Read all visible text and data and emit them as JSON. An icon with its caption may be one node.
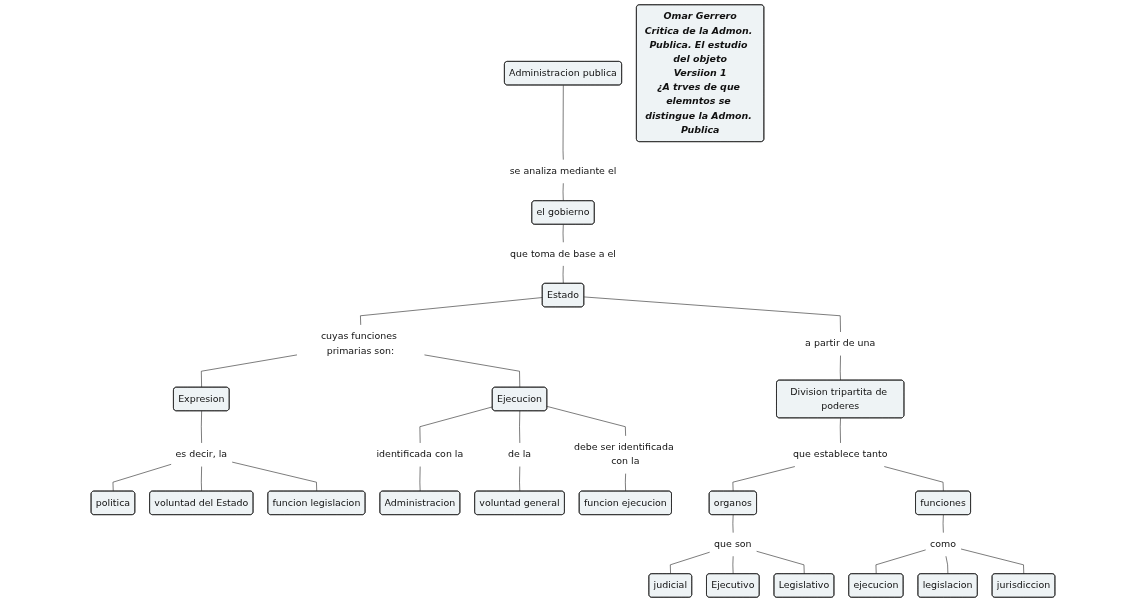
{
  "diagram": {
    "nodes": [
      {
        "text": [
          "Administracion publica"
        ]
      },
      {
        "text": [
          "se analiza mediante el"
        ]
      },
      {
        "text": [
          "el gobierno"
        ]
      },
      {
        "text": [
          "que toma de base a el"
        ]
      },
      {
        "text": [
          "Estado"
        ]
      },
      {
        "text": [
          "a partir de una"
        ]
      },
      {
        "text": [
          "cuyas funciones primarias son:"
        ]
      },
      {
        "text": [
          "Division tripartita de poderes"
        ]
      },
      {
        "text": [
          "Expresion"
        ]
      },
      {
        "text": [
          "Ejecucion"
        ]
      },
      {
        "text": [
          "es decir, la"
        ]
      },
      {
        "text": [
          "identificada con la"
        ]
      },
      {
        "text": [
          "de la"
        ]
      },
      {
        "text": [
          "debe ser identificada con la"
        ]
      },
      {
        "text": [
          "que establece tanto"
        ]
      },
      {
        "text": [
          "politica"
        ]
      },
      {
        "text": [
          "voluntad del Estado"
        ]
      },
      {
        "text": [
          "funcion legislacion"
        ]
      },
      {
        "text": [
          "Administracion"
        ]
      },
      {
        "text": [
          "voluntad general"
        ]
      },
      {
        "text": [
          "funcion ejecucion"
        ]
      },
      {
        "text": [
          "funciones"
        ]
      },
      {
        "text": [
          "organos"
        ]
      },
      {
        "text": [
          "que son"
        ]
      },
      {
        "text": [
          "como"
        ]
      },
      {
        "text": [
          "judicial"
        ]
      },
      {
        "text": [
          "Ejecutivo"
        ]
      },
      {
        "text": [
          "Legislativo"
        ]
      },
      {
        "text": [
          "ejecucion"
        ]
      },
      {
        "text": [
          "legislacion"
        ]
      },
      {
        "text": [
          "jurisdiccion"
        ]
      },
      {
        "text": [
          "Omar Gerrero",
          "Critica de la Admon. Publica. El estudio del objeto",
          "Versiion 1",
          "¿A trves de que elemntos se distingue la Admon. Publica"
        ]
      }
    ],
    "edges": [
      {
        "from": 0,
        "to": 1,
        "arrow": "none"
      },
      {
        "from": 1,
        "to": 2,
        "arrow": "none"
      },
      {
        "from": 2,
        "to": 3,
        "arrow": "none"
      },
      {
        "from": 3,
        "to": 4,
        "arrow": "none"
      },
      {
        "from": 4,
        "to": 5,
        "arrow": "none"
      },
      {
        "from": 5,
        "to": 7,
        "arrow": "none"
      },
      {
        "from": 4,
        "to": 6,
        "arrow": "none"
      },
      {
        "from": 6,
        "to": 8,
        "arrow": "none"
      },
      {
        "from": 6,
        "to": 9,
        "arrow": "none"
      },
      {
        "from": 8,
        "to": 10,
        "arrow": "none"
      },
      {
        "from": 10,
        "to": 15,
        "arrow": "none"
      },
      {
        "from": 10,
        "to": 16,
        "arrow": "none"
      },
      {
        "from": 10,
        "to": 17,
        "arrow": "none"
      },
      {
        "from": 9,
        "to": 11,
        "arrow": "none"
      },
      {
        "from": 11,
        "to": 18,
        "arrow": "none"
      },
      {
        "from": 9,
        "to": 12,
        "arrow": "none"
      },
      {
        "from": 12,
        "to": 19,
        "arrow": "none"
      },
      {
        "from": 9,
        "to": 13,
        "arrow": "none"
      },
      {
        "from": 13,
        "to": 20,
        "arrow": "none"
      },
      {
        "from": 7,
        "to": 14,
        "arrow": "none"
      },
      {
        "from": 14,
        "to": 22,
        "arrow": "none"
      },
      {
        "from": 14,
        "to": 21,
        "arrow": "none"
      },
      {
        "from": 22,
        "to": 23,
        "arrow": "none"
      },
      {
        "from": 23,
        "to": 25,
        "arrow": "none"
      },
      {
        "from": 23,
        "to": 26,
        "arrow": "none"
      },
      {
        "from": 23,
        "to": 27,
        "arrow": "none"
      },
      {
        "from": 21,
        "to": 24,
        "arrow": "none"
      },
      {
        "from": 24,
        "to": 28,
        "arrow": "none"
      },
      {
        "from": 24,
        "to": 29,
        "arrow": "none"
      },
      {
        "from": 24,
        "to": 30,
        "arrow": "none"
      }
    ]
  }
}
